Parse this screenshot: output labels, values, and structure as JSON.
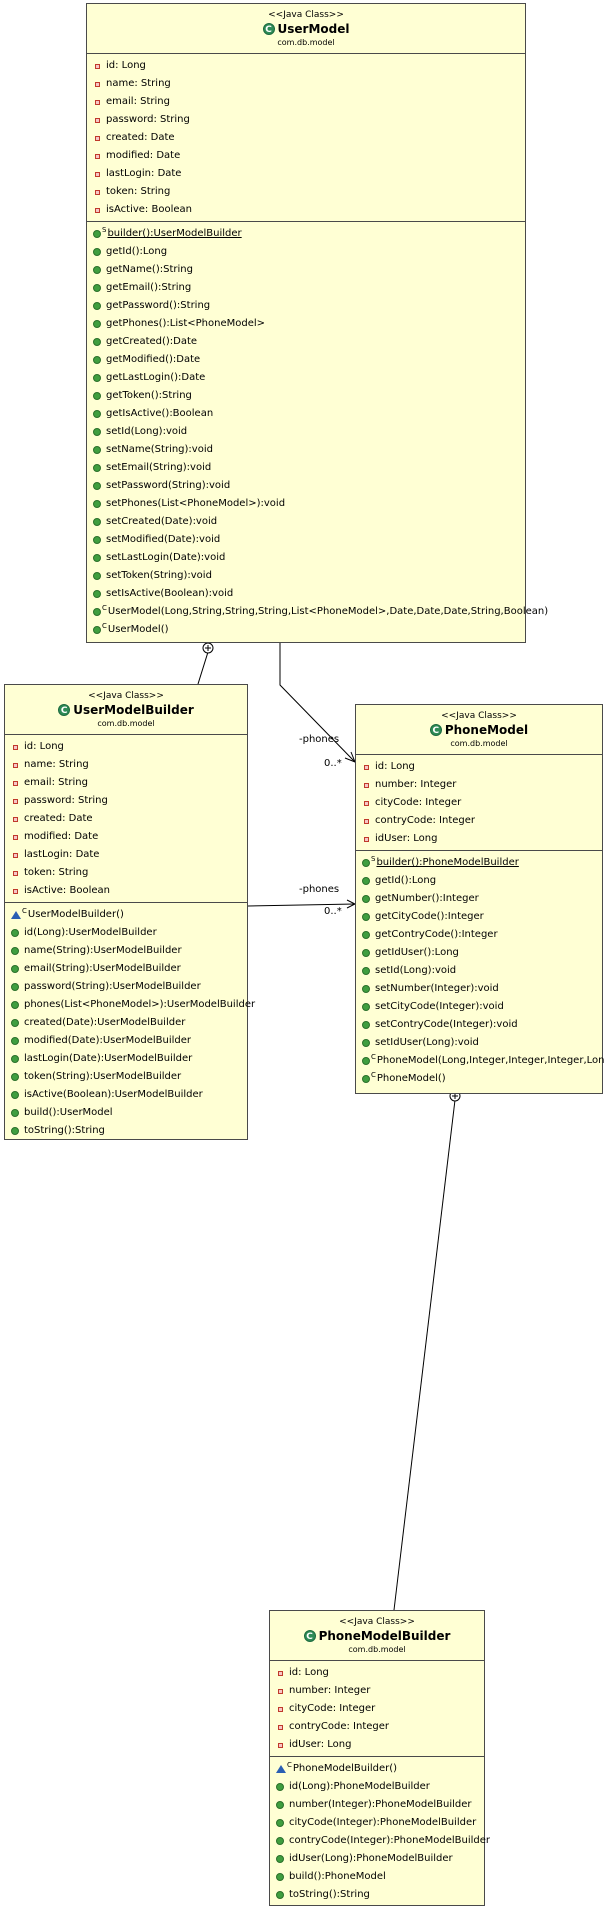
{
  "classes": {
    "user_model": {
      "stereotype": "<<Java Class>>",
      "name": "UserModel",
      "package": "com.db.model",
      "fields": [
        "id: Long",
        "name: String",
        "email: String",
        "password: String",
        "created: Date",
        "modified: Date",
        "lastLogin: Date",
        "token: String",
        "isActive: Boolean"
      ],
      "methods": [
        {
          "text": "builder():UserModelBuilder",
          "kind": "static"
        },
        {
          "text": "getId():Long",
          "kind": "public"
        },
        {
          "text": "getName():String",
          "kind": "public"
        },
        {
          "text": "getEmail():String",
          "kind": "public"
        },
        {
          "text": "getPassword():String",
          "kind": "public"
        },
        {
          "text": "getPhones():List<PhoneModel>",
          "kind": "public"
        },
        {
          "text": "getCreated():Date",
          "kind": "public"
        },
        {
          "text": "getModified():Date",
          "kind": "public"
        },
        {
          "text": "getLastLogin():Date",
          "kind": "public"
        },
        {
          "text": "getToken():String",
          "kind": "public"
        },
        {
          "text": "getIsActive():Boolean",
          "kind": "public"
        },
        {
          "text": "setId(Long):void",
          "kind": "public"
        },
        {
          "text": "setName(String):void",
          "kind": "public"
        },
        {
          "text": "setEmail(String):void",
          "kind": "public"
        },
        {
          "text": "setPassword(String):void",
          "kind": "public"
        },
        {
          "text": "setPhones(List<PhoneModel>):void",
          "kind": "public"
        },
        {
          "text": "setCreated(Date):void",
          "kind": "public"
        },
        {
          "text": "setModified(Date):void",
          "kind": "public"
        },
        {
          "text": "setLastLogin(Date):void",
          "kind": "public"
        },
        {
          "text": "setToken(String):void",
          "kind": "public"
        },
        {
          "text": "setIsActive(Boolean):void",
          "kind": "public"
        },
        {
          "text": "UserModel(Long,String,String,String,List<PhoneModel>,Date,Date,Date,String,Boolean)",
          "kind": "constructor"
        },
        {
          "text": "UserModel()",
          "kind": "constructor"
        }
      ]
    },
    "user_model_builder": {
      "stereotype": "<<Java Class>>",
      "name": "UserModelBuilder",
      "package": "com.db.model",
      "fields": [
        "id: Long",
        "name: String",
        "email: String",
        "password: String",
        "created: Date",
        "modified: Date",
        "lastLogin: Date",
        "token: String",
        "isActive: Boolean"
      ],
      "methods": [
        {
          "text": "UserModelBuilder()",
          "kind": "package-constructor"
        },
        {
          "text": "id(Long):UserModelBuilder",
          "kind": "public"
        },
        {
          "text": "name(String):UserModelBuilder",
          "kind": "public"
        },
        {
          "text": "email(String):UserModelBuilder",
          "kind": "public"
        },
        {
          "text": "password(String):UserModelBuilder",
          "kind": "public"
        },
        {
          "text": "phones(List<PhoneModel>):UserModelBuilder",
          "kind": "public"
        },
        {
          "text": "created(Date):UserModelBuilder",
          "kind": "public"
        },
        {
          "text": "modified(Date):UserModelBuilder",
          "kind": "public"
        },
        {
          "text": "lastLogin(Date):UserModelBuilder",
          "kind": "public"
        },
        {
          "text": "token(String):UserModelBuilder",
          "kind": "public"
        },
        {
          "text": "isActive(Boolean):UserModelBuilder",
          "kind": "public"
        },
        {
          "text": "build():UserModel",
          "kind": "public"
        },
        {
          "text": "toString():String",
          "kind": "public"
        }
      ]
    },
    "phone_model": {
      "stereotype": "<<Java Class>>",
      "name": "PhoneModel",
      "package": "com.db.model",
      "fields": [
        "id: Long",
        "number: Integer",
        "cityCode: Integer",
        "contryCode: Integer",
        "idUser: Long"
      ],
      "methods": [
        {
          "text": "builder():PhoneModelBuilder",
          "kind": "static"
        },
        {
          "text": "getId():Long",
          "kind": "public"
        },
        {
          "text": "getNumber():Integer",
          "kind": "public"
        },
        {
          "text": "getCityCode():Integer",
          "kind": "public"
        },
        {
          "text": "getContryCode():Integer",
          "kind": "public"
        },
        {
          "text": "getIdUser():Long",
          "kind": "public"
        },
        {
          "text": "setId(Long):void",
          "kind": "public"
        },
        {
          "text": "setNumber(Integer):void",
          "kind": "public"
        },
        {
          "text": "setCityCode(Integer):void",
          "kind": "public"
        },
        {
          "text": "setContryCode(Integer):void",
          "kind": "public"
        },
        {
          "text": "setIdUser(Long):void",
          "kind": "public"
        },
        {
          "text": "PhoneModel(Long,Integer,Integer,Integer,Long)",
          "kind": "constructor"
        },
        {
          "text": "PhoneModel()",
          "kind": "constructor"
        }
      ]
    },
    "phone_model_builder": {
      "stereotype": "<<Java Class>>",
      "name": "PhoneModelBuilder",
      "package": "com.db.model",
      "fields": [
        "id: Long",
        "number: Integer",
        "cityCode: Integer",
        "contryCode: Integer",
        "idUser: Long"
      ],
      "methods": [
        {
          "text": "PhoneModelBuilder()",
          "kind": "package-constructor"
        },
        {
          "text": "id(Long):PhoneModelBuilder",
          "kind": "public"
        },
        {
          "text": "number(Integer):PhoneModelBuilder",
          "kind": "public"
        },
        {
          "text": "cityCode(Integer):PhoneModelBuilder",
          "kind": "public"
        },
        {
          "text": "contryCode(Integer):PhoneModelBuilder",
          "kind": "public"
        },
        {
          "text": "idUser(Long):PhoneModelBuilder",
          "kind": "public"
        },
        {
          "text": "build():PhoneModel",
          "kind": "public"
        },
        {
          "text": "toString():String",
          "kind": "public"
        }
      ]
    }
  },
  "associations": {
    "user_phones": {
      "role": "-phones",
      "multiplicity": "0..*"
    },
    "builder_phones": {
      "role": "-phones",
      "multiplicity": "0..*"
    }
  },
  "colors": {
    "class_fill": "#ffffd4",
    "class_icon": "#2e8b57",
    "private_marker": "#c0392b",
    "public_marker": "#3f9e3f",
    "package_marker": "#2b5fb3"
  }
}
